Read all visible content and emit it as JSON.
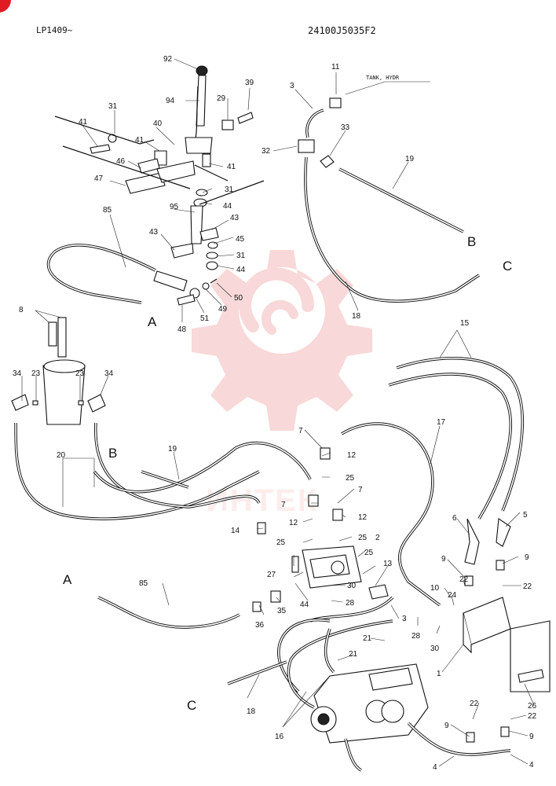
{
  "header": {
    "serial_range": "LP1409~",
    "drawing_number": "24100J5035F2"
  },
  "watermark": {
    "color": "#f4b9b9",
    "text": "ИНТЕК"
  },
  "corner_mark_color": "#e01b24",
  "annotations": {
    "tank_hydr": "TANK, HYDR"
  },
  "connection_letters": {
    "a": "A",
    "b": "B",
    "c": "C"
  },
  "callouts": {
    "c92": "92",
    "c94": "94",
    "c29": "29",
    "c39": "39",
    "c31a": "31",
    "c41a": "41",
    "c40": "40",
    "c41b": "41",
    "c41c": "41",
    "c46": "46",
    "c47": "47",
    "c31b": "31",
    "c44a": "44",
    "c95": "95",
    "c43a": "43",
    "c43b": "43",
    "c45": "45",
    "c31c": "31",
    "c44b": "44",
    "c85a": "85",
    "c50": "50",
    "c49": "49",
    "c51": "51",
    "c48": "48",
    "c3a": "3",
    "c11": "11",
    "c32": "32",
    "c33": "33",
    "c19a": "19",
    "c18a": "18",
    "c8": "8",
    "c34a": "34",
    "c23a": "23",
    "c23b": "23",
    "c34b": "34",
    "c20": "20",
    "c19b": "19",
    "c15": "15",
    "c17": "17",
    "c7a": "7",
    "c12a": "12",
    "c25a": "25",
    "c7b": "7",
    "c7c": "7",
    "c12b": "12",
    "c12c": "12",
    "c14": "14",
    "c25b": "25",
    "c25c": "25",
    "c2": "2",
    "c25d": "25",
    "c13": "13",
    "c27": "27",
    "c30a": "30",
    "c44c": "44",
    "c28a": "28",
    "c3b": "3",
    "c85b": "85",
    "c36": "36",
    "c35": "35",
    "c6": "6",
    "c5": "5",
    "c9a": "9",
    "c9b": "9",
    "c22a": "22",
    "c22b": "22",
    "c10": "10",
    "c24": "24",
    "c28b": "28",
    "c30b": "30",
    "c1": "1",
    "c21a": "21",
    "c21b": "21",
    "c18b": "18",
    "c16": "16",
    "c26": "26",
    "c22c": "22",
    "c22d": "22",
    "c9c": "9",
    "c9d": "9",
    "c4a": "4",
    "c4b": "4"
  }
}
